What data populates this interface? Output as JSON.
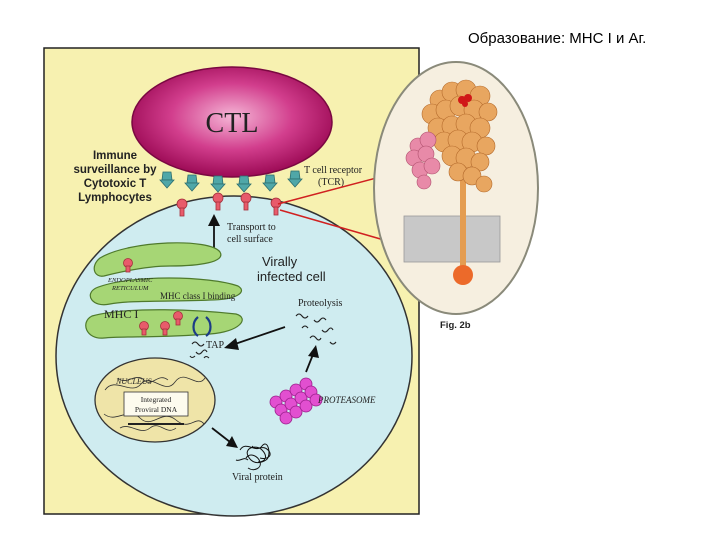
{
  "slide": {
    "title": "Образование: МНС I и Аг."
  },
  "diagram": {
    "ctl": "CTL",
    "immune_surveillance": [
      "Immune",
      "surveillance by",
      "Cytotoxic T",
      "Lymphocytes"
    ],
    "tcr": [
      "T cell receptor",
      "(TCR)"
    ],
    "transport": [
      "Transport to",
      "cell surface"
    ],
    "virally_infected": [
      "Virally",
      "infected cell"
    ],
    "er": [
      "ENDOPLASMIC",
      "RETICULUM"
    ],
    "mhc_binding": "MHC class I binding",
    "mhc1": "MHC I",
    "tap": "TAP",
    "proteolysis": "Proteolysis",
    "nucleus": "NUCLEUS",
    "proviral": [
      "Integrated",
      "Proviral DNA"
    ],
    "proteasome": "PROTEASOME",
    "viral_protein": "Viral protein",
    "fig_label": "Fig. 2b"
  },
  "colors": {
    "panel_bg": "#f7f1b0",
    "ctl": "#c8106e",
    "cell": "#cfecf0",
    "er": "#a6d675",
    "nucleus": "#efe4a8",
    "proteasome": "#e24fd0",
    "receptor": "#4fa7a8",
    "mhc": "#e85b6b",
    "protein": "#e8a660",
    "oval_bg": "#f6efe0"
  }
}
